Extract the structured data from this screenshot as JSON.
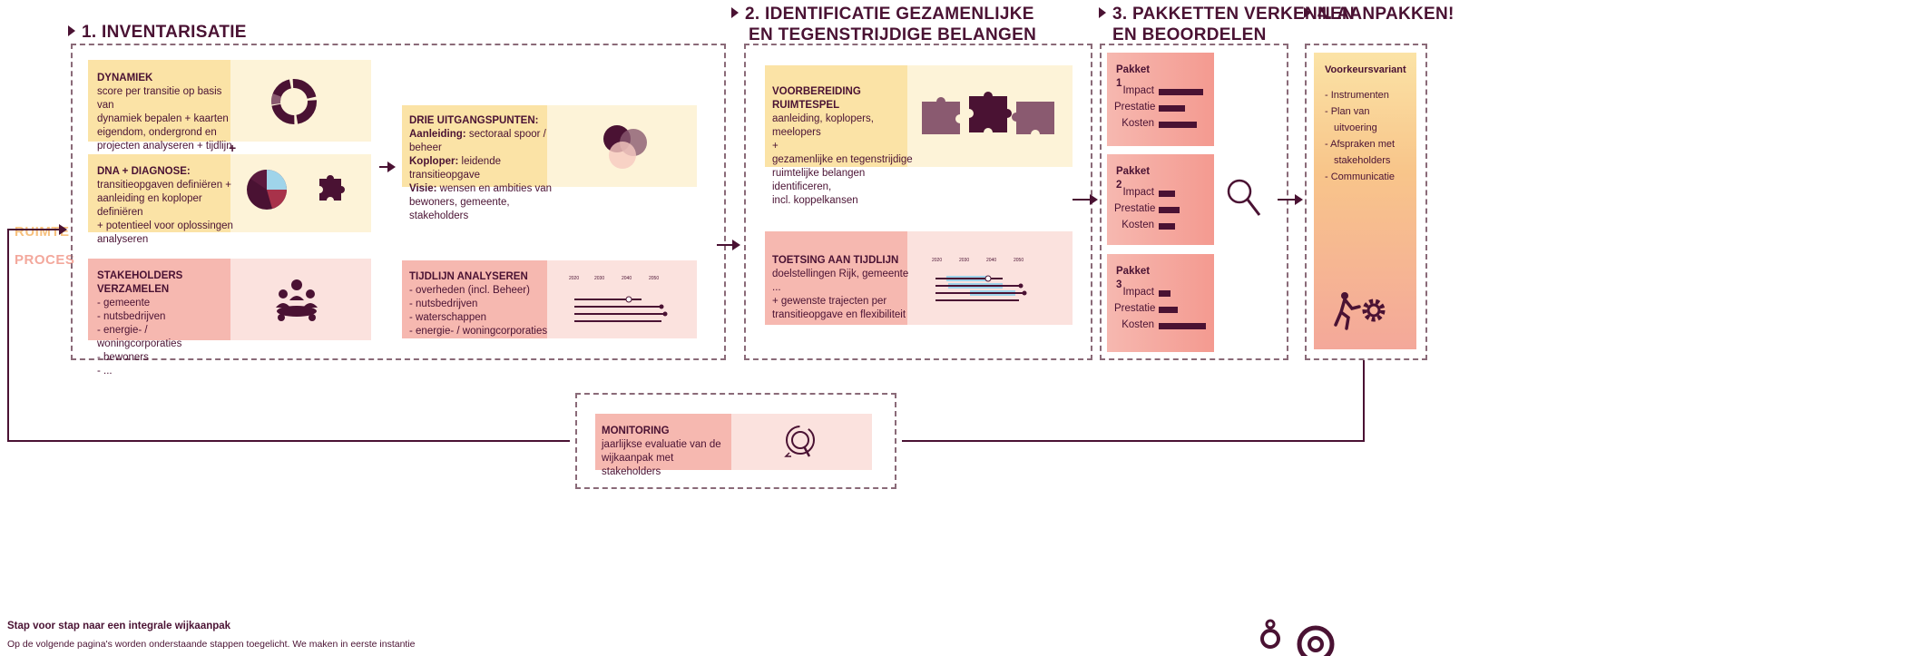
{
  "steps": {
    "s1": {
      "number": "1.",
      "title": "INVENTARISATIE"
    },
    "s2": {
      "number": "2.",
      "title_line1": "IDENTIFICATIE GEZAMENLIJKE",
      "title_line2": "EN TEGENSTRIJDIGE BELANGEN"
    },
    "s3": {
      "number": "3.",
      "title_line1": "PAKKETTEN VERKENNEN",
      "title_line2": "EN BEOORDELEN"
    },
    "s4": {
      "number": "4.",
      "title": "AANPAKKEN!"
    }
  },
  "side_labels": {
    "ruimte": "RUIMTE",
    "proces": "PROCES"
  },
  "cards": {
    "dynamiek": {
      "title": "DYNAMIEK",
      "lines": [
        "score per transitie op basis van",
        "dynamiek bepalen + kaarten",
        "eigendom, ondergrond en",
        "projecten analyseren + tijdlijn"
      ]
    },
    "dna": {
      "title": "DNA + DIAGNOSE:",
      "lines": [
        "transitieopgaven definiëren +",
        "aanleiding en koploper",
        "definiëren",
        "+ potentieel voor oplossingen",
        "analyseren"
      ]
    },
    "stakeholders": {
      "title": "STAKEHOLDERS VERZAMELEN",
      "lines": [
        "- gemeente",
        "- nutsbedrijven",
        "- energie- / woningcorporaties",
        "- bewoners",
        "- ..."
      ]
    },
    "uitgangspunten": {
      "title": "DRIE UITGANGSPUNTEN:",
      "l1_bold": "Aanleiding:",
      "l1": " sectoraal spoor / beheer",
      "l2_bold": "Koploper:",
      "l2": " leidende transitieopgave",
      "l3_bold": "Visie:",
      "l3": " wensen en ambities van",
      "l4": "bewoners, gemeente, stakeholders"
    },
    "tijdlijn": {
      "title": "TIJDLIJN ANALYSEREN",
      "lines": [
        "- overheden (incl. Beheer)",
        "- nutsbedrijven",
        "- waterschappen",
        "- energie- / woningcorporaties"
      ]
    },
    "ruimtespel": {
      "title": "VOORBEREIDING RUIMTESPEL",
      "lines": [
        "aanleiding, koplopers, meelopers",
        "+",
        "gezamenlijke en tegenstrijdige",
        "ruimtelijke belangen identificeren,",
        "incl. koppelkansen"
      ]
    },
    "toetsing": {
      "title": "TOETSING AAN TIJDLIJN",
      "lines": [
        "doelstellingen Rijk, gemeente ...",
        "+ gewenste trajecten per",
        "transitieopgave en flexibiliteit"
      ]
    },
    "monitoring": {
      "title": "MONITORING",
      "lines": [
        "jaarlijkse evaluatie van de",
        "wijkaanpak met stakeholders"
      ]
    }
  },
  "plus_sign": "+",
  "packages": [
    {
      "name": "Pakket 1",
      "impact": 0.95,
      "prestatie": 0.55,
      "kosten": 0.8
    },
    {
      "name": "Pakket 2",
      "impact": 0.35,
      "prestatie": 0.45,
      "kosten": 0.35
    },
    {
      "name": "Pakket 3",
      "impact": 0.25,
      "prestatie": 0.4,
      "kosten": 1.0
    }
  ],
  "metric_labels": {
    "impact": "Impact",
    "prestatie": "Prestatie",
    "kosten": "Kosten"
  },
  "voorkeur": {
    "title": "Voorkeursvariant",
    "items": [
      "- Instrumenten",
      "- Plan van",
      "uitvoering",
      "- Afspraken met",
      "stakeholders",
      "- Communicatie"
    ]
  },
  "footer": {
    "title": "Stap voor stap naar een integrale wijkaanpak",
    "text": "Op de volgende pagina's worden onderstaande stappen toegelicht. We maken in eerste instantie"
  },
  "timeline_years": [
    "2020",
    "2030",
    "2040",
    "2050"
  ],
  "icons": [
    "cycle-ring-icon",
    "pie-chart-icon",
    "puzzle-piece-icon",
    "people-meeting-icon",
    "venn-circles-icon",
    "timeline-icon",
    "puzzle-set-icon",
    "magnifier-icon",
    "worker-gear-icon",
    "monitoring-magnifier-icon"
  ],
  "colors": {
    "plum": "#4a1233",
    "yellow": "#fbe3a6",
    "pink": "#f6b8b0",
    "light_yellow": "#fdf3d8",
    "light_pink": "#fbe2de",
    "orange_label": "#f7c07d"
  }
}
